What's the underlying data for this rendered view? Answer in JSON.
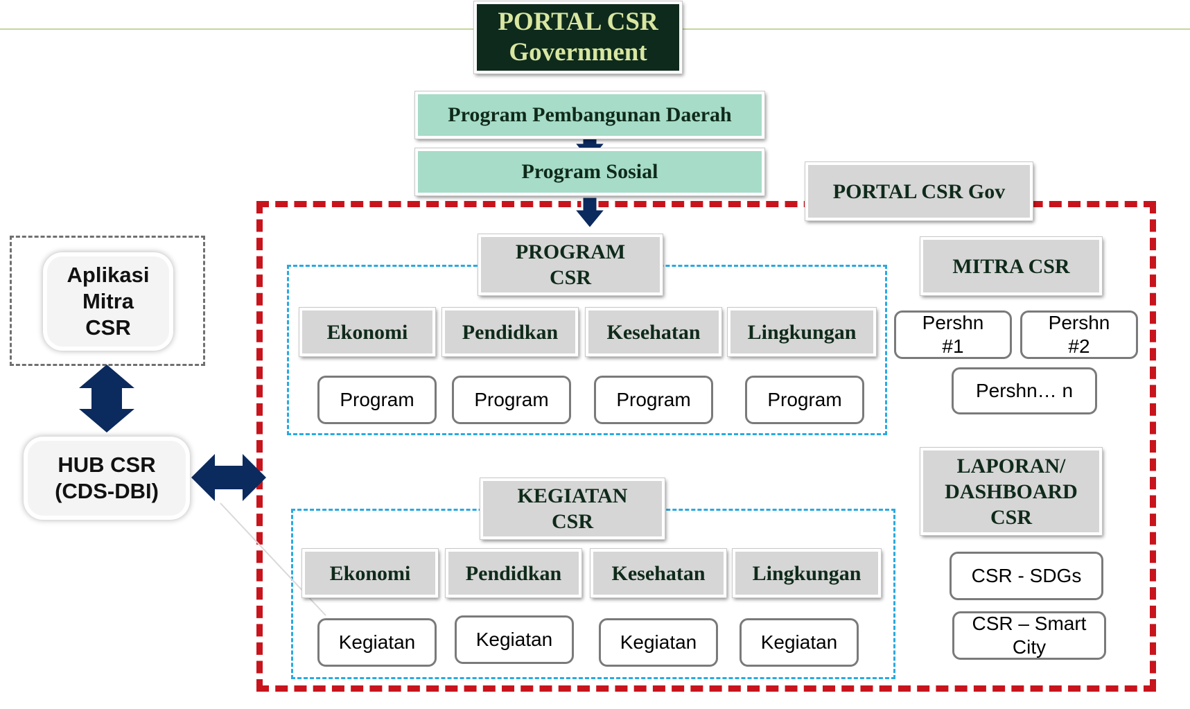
{
  "portal_title": [
    "PORTAL CSR",
    "Government"
  ],
  "program_pembangunan": "Program Pembangunan Daerah",
  "program_sosial": "Program Sosial",
  "portal_csr_gov": "PORTAL CSR Gov",
  "aplikasi_mitra": [
    "Aplikasi",
    "Mitra",
    "CSR"
  ],
  "hub_csr": [
    "HUB CSR",
    "(CDS-DBI)"
  ],
  "program_csr": {
    "header": [
      "PROGRAM",
      "CSR"
    ],
    "categories": [
      "Ekonomi",
      "Pendidkan",
      "Kesehatan",
      "Lingkungan"
    ],
    "items": [
      "Program",
      "Program",
      "Program",
      "Program"
    ]
  },
  "kegiatan_csr": {
    "header": [
      "KEGIATAN",
      "CSR"
    ],
    "categories": [
      "Ekonomi",
      "Pendidkan",
      "Kesehatan",
      "Lingkungan"
    ],
    "items": [
      "Kegiatan",
      "Kegiatan",
      "Kegiatan",
      "Kegiatan"
    ]
  },
  "mitra_csr": {
    "header": "MITRA CSR",
    "items": [
      [
        "Pershn",
        "#1"
      ],
      [
        "Pershn",
        "#2"
      ],
      [
        "Pershn… n"
      ]
    ]
  },
  "laporan": {
    "header": [
      "LAPORAN/",
      "DASHBOARD",
      "CSR"
    ],
    "items": [
      [
        "CSR - SDGs"
      ],
      [
        "CSR – Smart",
        "City"
      ]
    ]
  },
  "colors": {
    "dark_green": "#0e2a1c",
    "title_text": "#d8e6a0",
    "teal": "#a6dcc8",
    "gray_box": "#d6d6d6",
    "red_dash": "#c8141c",
    "blue_dash": "#29a9e1",
    "arrow_navy": "#0b2a5e"
  }
}
